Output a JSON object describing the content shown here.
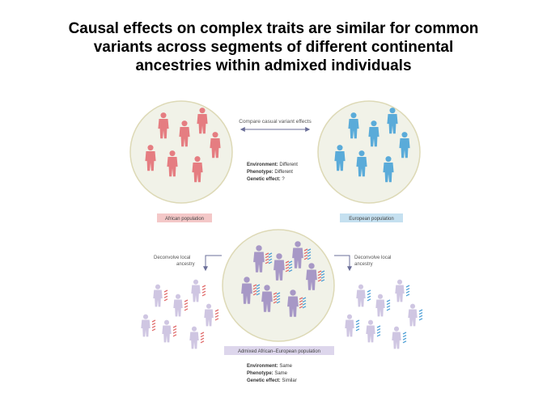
{
  "title": {
    "line1": "Causal effects on complex traits are similar for common",
    "line2": "variants across segments of different continental",
    "line3": "ancestries within admixed individuals"
  },
  "diagram": {
    "compare_label": "Compare casual variant effects",
    "african_population_label": "African population",
    "european_population_label": "European population",
    "admixed_population_label": "Admixed African–European population",
    "deconvolve_left": [
      "Deconvolve local",
      "ancestry"
    ],
    "deconvolve_right": [
      "Deconvolve local",
      "ancestry"
    ],
    "top_stats": {
      "environment_key": "Environment:",
      "environment_val": "Different",
      "phenotype_key": "Phenotype:",
      "phenotype_val": "Different",
      "genetic_key": "Genetic effect:",
      "genetic_val": "?"
    },
    "bottom_stats": {
      "environment_key": "Environment:",
      "environment_val": "Same",
      "phenotype_key": "Phenotype:",
      "phenotype_val": "Same",
      "genetic_key": "Genetic effect:",
      "genetic_val": "Similar"
    }
  },
  "colors": {
    "african": "#e57d81",
    "european": "#5aabd9",
    "admixed": "#a798c6",
    "admixed_light": "#cfc6e2",
    "circle_fill": "#f1f2e8",
    "circle_stroke": "#ddd9b6",
    "arrow": "#6b6f99",
    "dna_red": "#e06a6a",
    "dna_blue": "#4e9fd6"
  }
}
